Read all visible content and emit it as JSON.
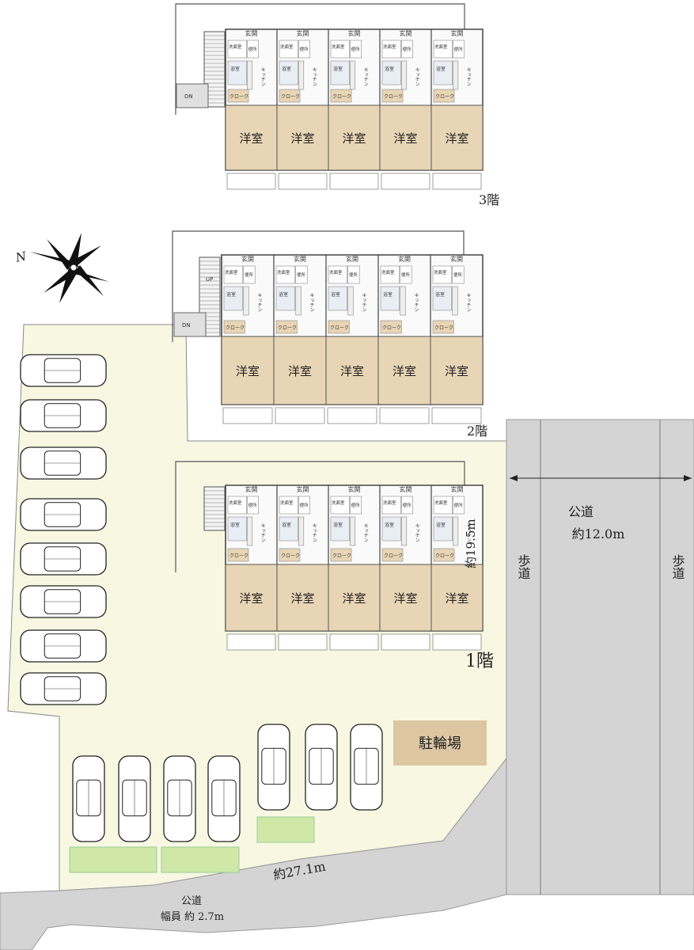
{
  "floors": [
    {
      "id": "floor-3",
      "label": "3階",
      "room_label": "洋室",
      "rooms": 5,
      "stair_label": "DN"
    },
    {
      "id": "floor-2",
      "label": "2階",
      "room_label": "洋室",
      "rooms": 5,
      "stair_label": "DN",
      "stair_label_up": "UP"
    },
    {
      "id": "floor-1",
      "label": "1階",
      "room_label": "洋室",
      "rooms": 5
    }
  ],
  "unit_labels": {
    "entrance": "玄関",
    "washroom": "洗面室",
    "toilet": "便所",
    "bath": "浴室",
    "kitchen": "キッチン",
    "closet": "クローク"
  },
  "compass": {
    "north_label": "N"
  },
  "road": {
    "name": "公道",
    "width": "約12.0m",
    "sidewalk_label": "歩道"
  },
  "alley": {
    "name": "公道",
    "width": "幅員 約 2.7m"
  },
  "dimensions": {
    "building_depth": "約19.5m",
    "frontage": "約27.1m"
  },
  "bicycle_parking": "駐輪場",
  "colors": {
    "lot": "#f8f8e2",
    "room": "#e8d5b5",
    "road": "#d4d4d4",
    "bike_area": "#dcc7a2",
    "hedge": "#cfe8a8"
  }
}
